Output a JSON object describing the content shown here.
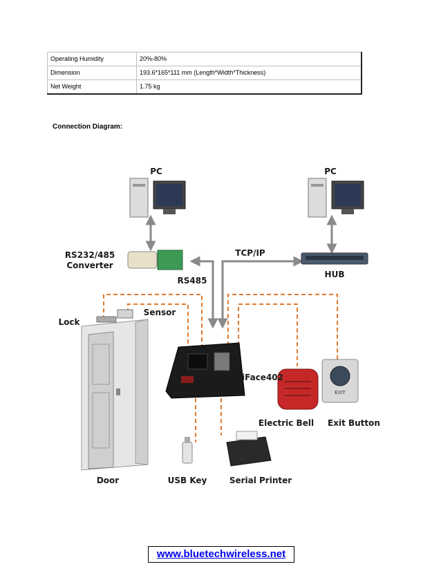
{
  "spec_table": [
    {
      "label": "Operating Humidity",
      "value": "20%-80%"
    },
    {
      "label": "Dimension",
      "value": "193.6*165*111 mm (Length*Width*Thickness)"
    },
    {
      "label": "Net Weight",
      "value": "1.75 kg"
    }
  ],
  "section_title": "Connection Diagram:",
  "diagram": {
    "pc_left": "PC",
    "pc_right": "PC",
    "converter_line1": "RS232/485",
    "converter_line2": "Converter",
    "tcpip": "TCP/IP",
    "hub": "HUB",
    "rs485": "RS485",
    "lock": "Lock",
    "sensor": "Sensor",
    "device": "iFace402",
    "electric_bell": "Electric Bell",
    "exit_button": "Exit Button",
    "door": "Door",
    "usb_key": "USB Key",
    "serial_printer": "Serial Printer",
    "exit_text": "EXIT"
  },
  "footer": {
    "link_text": "www.bluetechwireless.net"
  }
}
